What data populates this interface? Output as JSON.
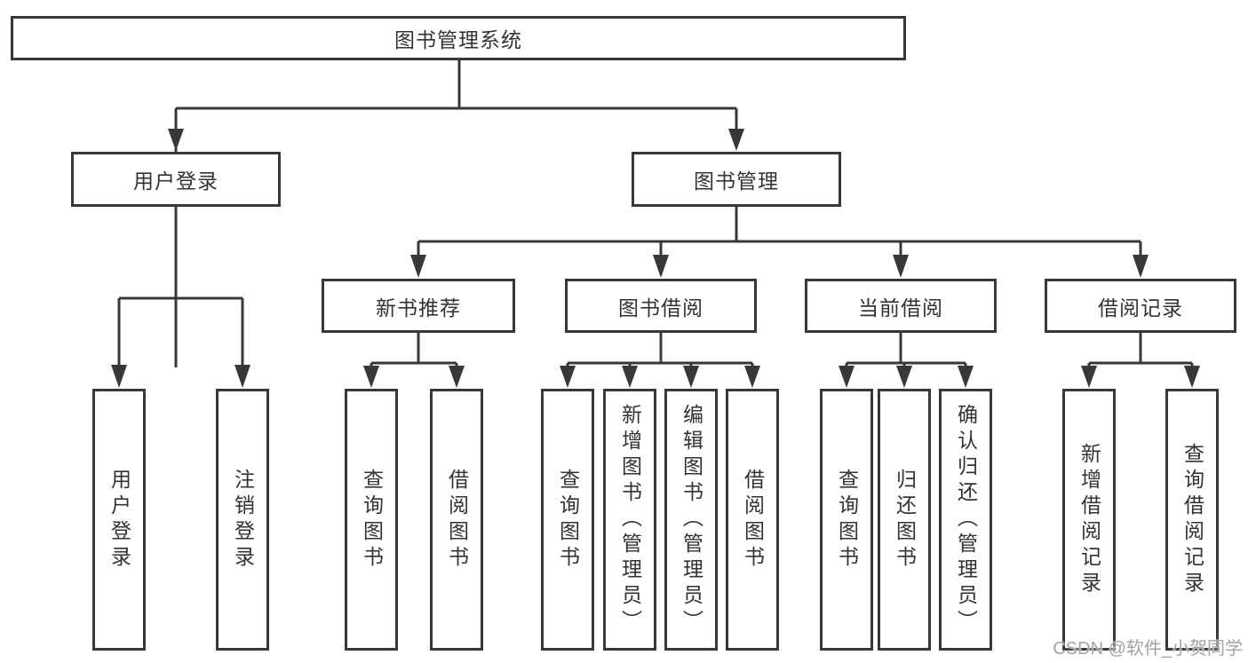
{
  "diagram": {
    "type": "hierarchy-tree",
    "colors": {
      "background": "#ffffff",
      "box_border": "#383838",
      "connector_line": "#383838",
      "text": "#333333",
      "watermark_text": "#a3a3a3"
    },
    "nodes": {
      "root": "图书管理系统",
      "user_login": "用户登录",
      "book_mgmt": "图书管理",
      "new_book_rec": "新书推荐",
      "book_borrow": "图书借阅",
      "current_borrow": "当前借阅",
      "borrow_records": "借阅记录",
      "login": "用户登录",
      "logout": "注销登录",
      "nb_query_book": "查询图书",
      "nb_borrow_book": "借阅图书",
      "bb_query_book": "查询图书",
      "bb_add_book": "新增图书（管理员）",
      "bb_edit_book": "编辑图书（管理员）",
      "bb_borrow_book": "借阅图书",
      "cb_query_book": "查询图书",
      "cb_return_book": "归还图书",
      "cb_confirm_return": "确认归还（管理员）",
      "br_add_record": "新增借阅记录",
      "br_query_record": "查询借阅记录"
    },
    "hierarchy": {
      "root": [
        "user_login",
        "book_mgmt"
      ],
      "user_login": [
        "login",
        "logout"
      ],
      "book_mgmt": [
        "new_book_rec",
        "book_borrow",
        "current_borrow",
        "borrow_records"
      ],
      "new_book_rec": [
        "nb_query_book",
        "nb_borrow_book"
      ],
      "book_borrow": [
        "bb_query_book",
        "bb_add_book",
        "bb_edit_book",
        "bb_borrow_book"
      ],
      "current_borrow": [
        "cb_query_book",
        "cb_return_book",
        "cb_confirm_return"
      ],
      "borrow_records": [
        "br_add_record",
        "br_query_record"
      ]
    }
  },
  "watermark": "CSDN @软件_小贺同学"
}
